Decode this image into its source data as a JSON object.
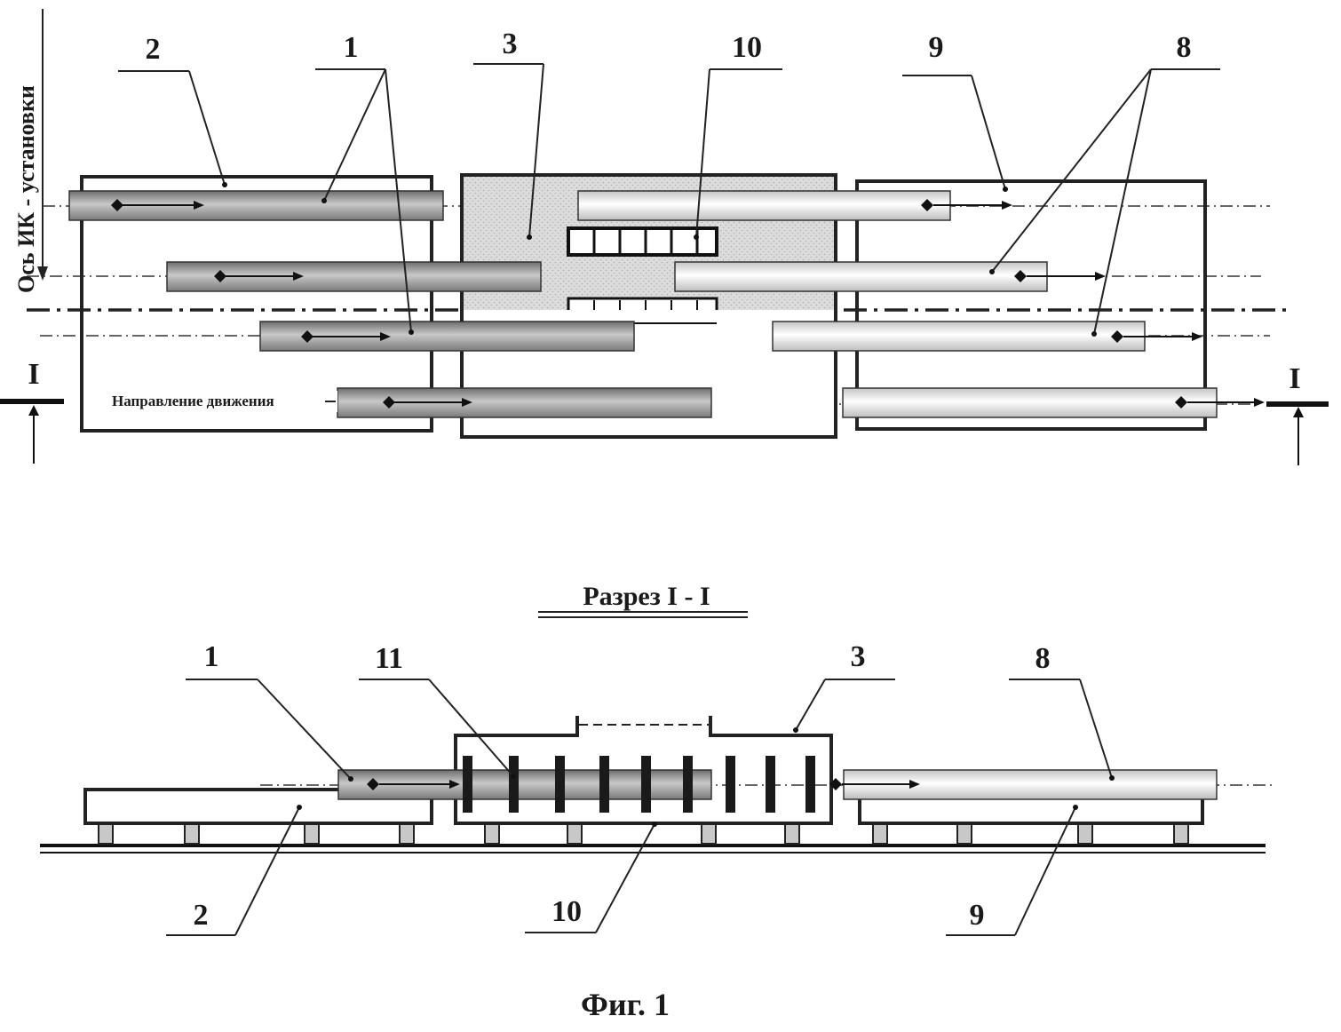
{
  "labels": {
    "top_2": "2",
    "top_1": "1",
    "top_3": "3",
    "top_10": "10",
    "top_9": "9",
    "top_8": "8",
    "axis": "Ось ИК - установки",
    "section_left": "I",
    "section_right": "I",
    "direction": "Направление движения",
    "section_title": "Разрез I - I",
    "bottom_1": "1",
    "bottom_11": "11",
    "bottom_3": "3",
    "bottom_8": "8",
    "bottom_2": "2",
    "bottom_10": "10",
    "bottom_9": "9",
    "figure": "Фиг. 1"
  },
  "colors": {
    "input_tube": "#8a8a8a",
    "output_tube": "#eeeeee",
    "chamber_fill": "#d6d6d6",
    "ink": "#222222"
  }
}
